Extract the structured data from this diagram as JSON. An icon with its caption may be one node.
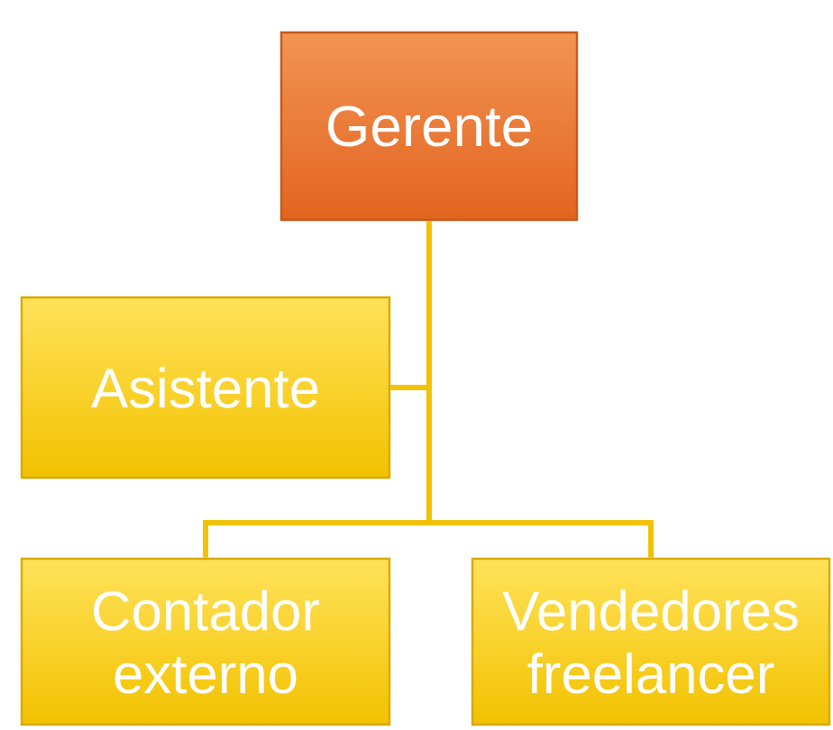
{
  "diagram": {
    "nodes": [
      {
        "text": [
          "Gerente"
        ]
      },
      {
        "text": [
          "Asistente"
        ]
      },
      {
        "text": [
          "Contador externo"
        ]
      },
      {
        "text": [
          "Vendedores freelancer"
        ]
      }
    ],
    "edges": [
      {
        "from": 0,
        "to": 1,
        "arrow": "none"
      },
      {
        "from": 0,
        "to": 2,
        "arrow": "none"
      },
      {
        "from": 0,
        "to": 3,
        "arrow": "none"
      }
    ]
  }
}
